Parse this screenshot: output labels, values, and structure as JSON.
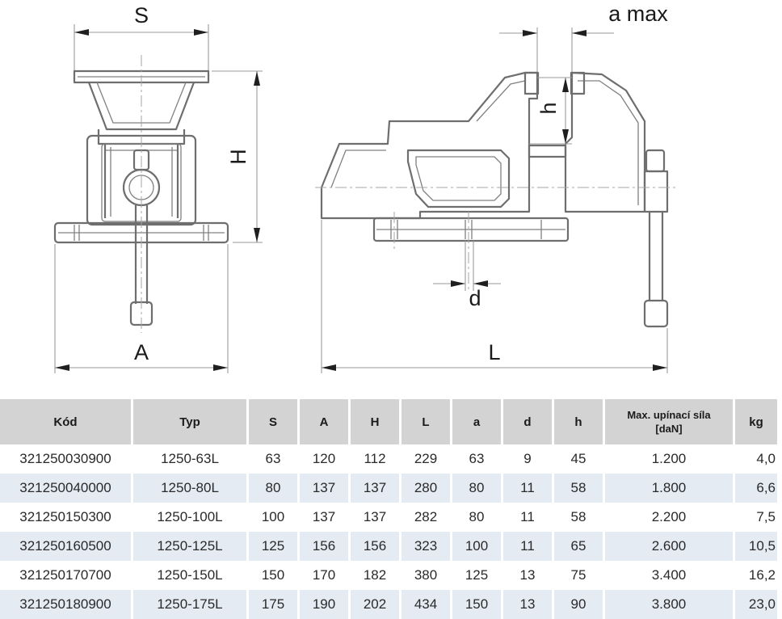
{
  "labels": {
    "S": "S",
    "H": "H",
    "A": "A",
    "a_max": "a max",
    "h": "h",
    "d": "d",
    "L": "L"
  },
  "table": {
    "headers": [
      "Kód",
      "Typ",
      "S",
      "A",
      "H",
      "L",
      "a",
      "d",
      "h",
      "Max. upínací síla [daN]",
      "kg"
    ],
    "header_force_line1": "Max. upínací síla",
    "header_force_line2": "[daN]",
    "rows": [
      [
        "321250030900",
        "1250-63L",
        "63",
        "120",
        "112",
        "229",
        "63",
        "9",
        "45",
        "1.200",
        "4,0"
      ],
      [
        "321250040000",
        "1250-80L",
        "80",
        "137",
        "137",
        "280",
        "80",
        "11",
        "58",
        "1.800",
        "6,6"
      ],
      [
        "321250150300",
        "1250-100L",
        "100",
        "137",
        "137",
        "282",
        "80",
        "11",
        "58",
        "2.200",
        "7,5"
      ],
      [
        "321250160500",
        "1250-125L",
        "125",
        "156",
        "156",
        "323",
        "100",
        "11",
        "65",
        "2.600",
        "10,5"
      ],
      [
        "321250170700",
        "1250-150L",
        "150",
        "170",
        "182",
        "380",
        "125",
        "13",
        "75",
        "3.400",
        "16,2"
      ],
      [
        "321250180900",
        "1250-175L",
        "175",
        "190",
        "202",
        "434",
        "150",
        "13",
        "90",
        "3.800",
        "23,0"
      ]
    ]
  }
}
